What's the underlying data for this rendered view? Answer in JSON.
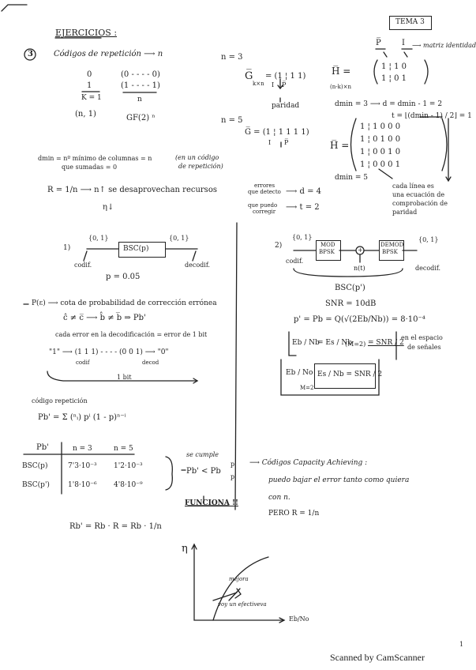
{
  "header": {
    "title": "EJERCICIOS :",
    "sheet": "TEMA 3"
  },
  "exercise_number": "3",
  "rep": {
    "title": "Códigos de repetición ⟶ n",
    "zero": "0",
    "zero_word": "(0 - - - - 0)",
    "one": "1",
    "one_word": "(1 - - - - 1)",
    "k_eq": "K = 1",
    "n_label": "n",
    "nk": "(n, 1)",
    "gf": "GF(2) ⁿ"
  },
  "gen3": {
    "n_eq": "n = 3",
    "G": "G̅",
    "G_sub": "k×n",
    "G_eq": "= (1 ¦ 1 1)",
    "I": "I",
    "P": "P̅",
    "paridad": "paridad"
  },
  "h3": {
    "P": "P̅",
    "I": "I",
    "ident_note": "⟶ matriz identidad",
    "H": "H̅ =",
    "H_sub": "(n-k)×n",
    "row1": "1 ¦ 1 0",
    "row2": "1 ¦ 0 1",
    "dmin": "dmin = 3 ⟶ d = dmin - 1 = 2",
    "t": "t = ⌊(dmin - 1) / 2⌋ = 1"
  },
  "gen5": {
    "n_eq": "n = 5",
    "G": "G̅ = (1 ¦ 1 1 1 1)",
    "I": "I",
    "P": "P̅"
  },
  "h5": {
    "H": "H̅ =",
    "rows": [
      "1 ¦ 1 0 0 0",
      "1 ¦ 0 1 0 0",
      "1 ¦ 0 0 1 0",
      "1 ¦ 0 0 0 1"
    ],
    "dmin": "dmin = 5",
    "note": [
      "cada línea es",
      "una ecuación de",
      "comprobación de",
      "paridad"
    ]
  },
  "dmin_def": {
    "l1": "dmin = nº mínimo de columnas = n",
    "l2": "que sumadas = 0",
    "paren1": "(en un código",
    "paren2": "de repetición)"
  },
  "rate": {
    "eq": "R = 1/n ⟶ n↑ se desaprovechan recursos",
    "eta": "η↓",
    "det1": "errores",
    "det2": "que detecto",
    "det_eq": "⟶ d = 4",
    "corr1": "que puedo",
    "corr2": "corregir",
    "corr_eq": "⟶ t = 2"
  },
  "sys1": {
    "num": "1)",
    "in": "{0, 1}",
    "block": "BSC(p)",
    "out": "{0, 1}",
    "cod": "codif.",
    "dec": "decodif.",
    "p": "p = 0.05"
  },
  "sys2": {
    "num": "2)",
    "in": "{0, 1}",
    "mod": [
      "MOD",
      "BPSK"
    ],
    "plus": "+",
    "demod": [
      "DEMOD",
      "BPSK"
    ],
    "out": "{0, 1}",
    "cod": "codif.",
    "noise": "n(t)",
    "dec": "decodif.",
    "bsc": "BSC(p')"
  },
  "snr": {
    "snr": "SNR = 10dB",
    "pb": "p' = Pb = Q(√(2Eb/Nb)) = 8·10⁻⁴",
    "ratio_left": "Eb / Nb",
    "ratio_mid": "= Es / Nb",
    "ratio_m": "(M=2)",
    "ratio_right": "= SNR / 2",
    "note1": "en el espacio",
    "note2": "de señales",
    "box2_left": "Eb / No",
    "box2_m": "M=2",
    "box2_right": "Es / Nb = SNR / 2"
  },
  "perr": {
    "l1": "P(ε) ⟶ cota de probabilidad de corrección errónea",
    "l2": "ĉ ≠ c̅ ⟶ b̂ ≠ b̅ ⇒ Pb'",
    "l3": "cada error en la decodificación = error de 1 bit",
    "l4a": "\"1\" ⟶ (1 1 1) - - - - (0 0 1) ⟶ \"0\"",
    "codif": "codif",
    "decod": "decod",
    "bit": "1 bit"
  },
  "rep_formula": {
    "label": "código repetición",
    "formula": "Pb' = Σ (ⁿᵢ) pⁱ (1 - p)ⁿ⁻ⁱ"
  },
  "table": {
    "head": [
      "Pb'",
      "n = 3",
      "n = 5"
    ],
    "rows": [
      [
        "BSC(p)",
        "7'3·10⁻³",
        "1'2·10⁻³"
      ],
      [
        "BSC(p')",
        "1'8·10⁻⁶",
        "4'8·10⁻⁹"
      ]
    ]
  },
  "cumple": {
    "se": "se cumple",
    "ineq": "Pb' < Pb",
    "p": "p",
    "pp": "p'",
    "funciona": "FUNCIONA !!"
  },
  "capacity": {
    "l1": "⟶ Códigos Capacity Achieving :",
    "l2": "puedo bajar el error tanto como quiera",
    "l3": "con n.",
    "l4": "PERO  R = 1/n"
  },
  "rb": "Rb' = Rb · R = Rb · 1/n",
  "graph": {
    "y": "η",
    "x": "Eb/No",
    "mejora": "mejora",
    "voy": "voy un efectiveva"
  },
  "footer": {
    "page": "1",
    "scanned": "Scanned by CamScanner"
  }
}
